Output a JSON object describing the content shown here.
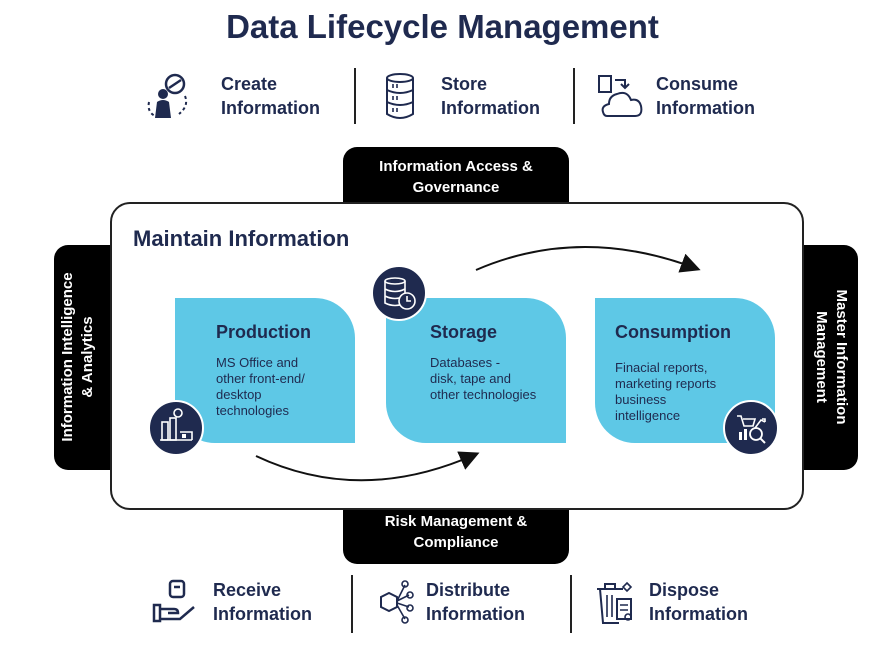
{
  "title": "Data Lifecycle Management",
  "top_row": [
    {
      "line1": "Create",
      "line2": "Information",
      "icon": "create-info-icon"
    },
    {
      "line1": "Store",
      "line2": "Information",
      "icon": "database-icon"
    },
    {
      "line1": "Consume",
      "line2": "Information",
      "icon": "cloud-sync-icon"
    }
  ],
  "bottom_row": [
    {
      "line1": "Receive",
      "line2": "Information",
      "icon": "hand-receive-icon"
    },
    {
      "line1": "Distribute",
      "line2": "Information",
      "icon": "network-distribute-icon"
    },
    {
      "line1": "Dispose",
      "line2": "Information",
      "icon": "trash-dispose-icon"
    }
  ],
  "tabs": {
    "top": [
      "Information Access &",
      "Governance"
    ],
    "bottom": [
      "Risk Management &",
      "Compliance"
    ],
    "left": [
      "Information Intelligence",
      "& Analytics"
    ],
    "right": [
      "Master Information",
      "Management"
    ]
  },
  "main_title": "Maintain Information",
  "cards": [
    {
      "title": "Production",
      "lines": [
        "MS Office and",
        "other front-end/",
        "desktop",
        "technologies"
      ],
      "icon": "factory-icon"
    },
    {
      "title": "Storage",
      "lines": [
        "Databases -",
        "disk, tape and",
        "other technologies"
      ],
      "icon": "database-clock-icon"
    },
    {
      "title": "Consumption",
      "lines": [
        "Finacial reports,",
        "marketing reports",
        "business",
        "intelligence"
      ],
      "icon": "analytics-search-icon"
    }
  ],
  "colors": {
    "navy": "#1f2a4f",
    "card": "#5ec8e6",
    "black": "#000000"
  }
}
